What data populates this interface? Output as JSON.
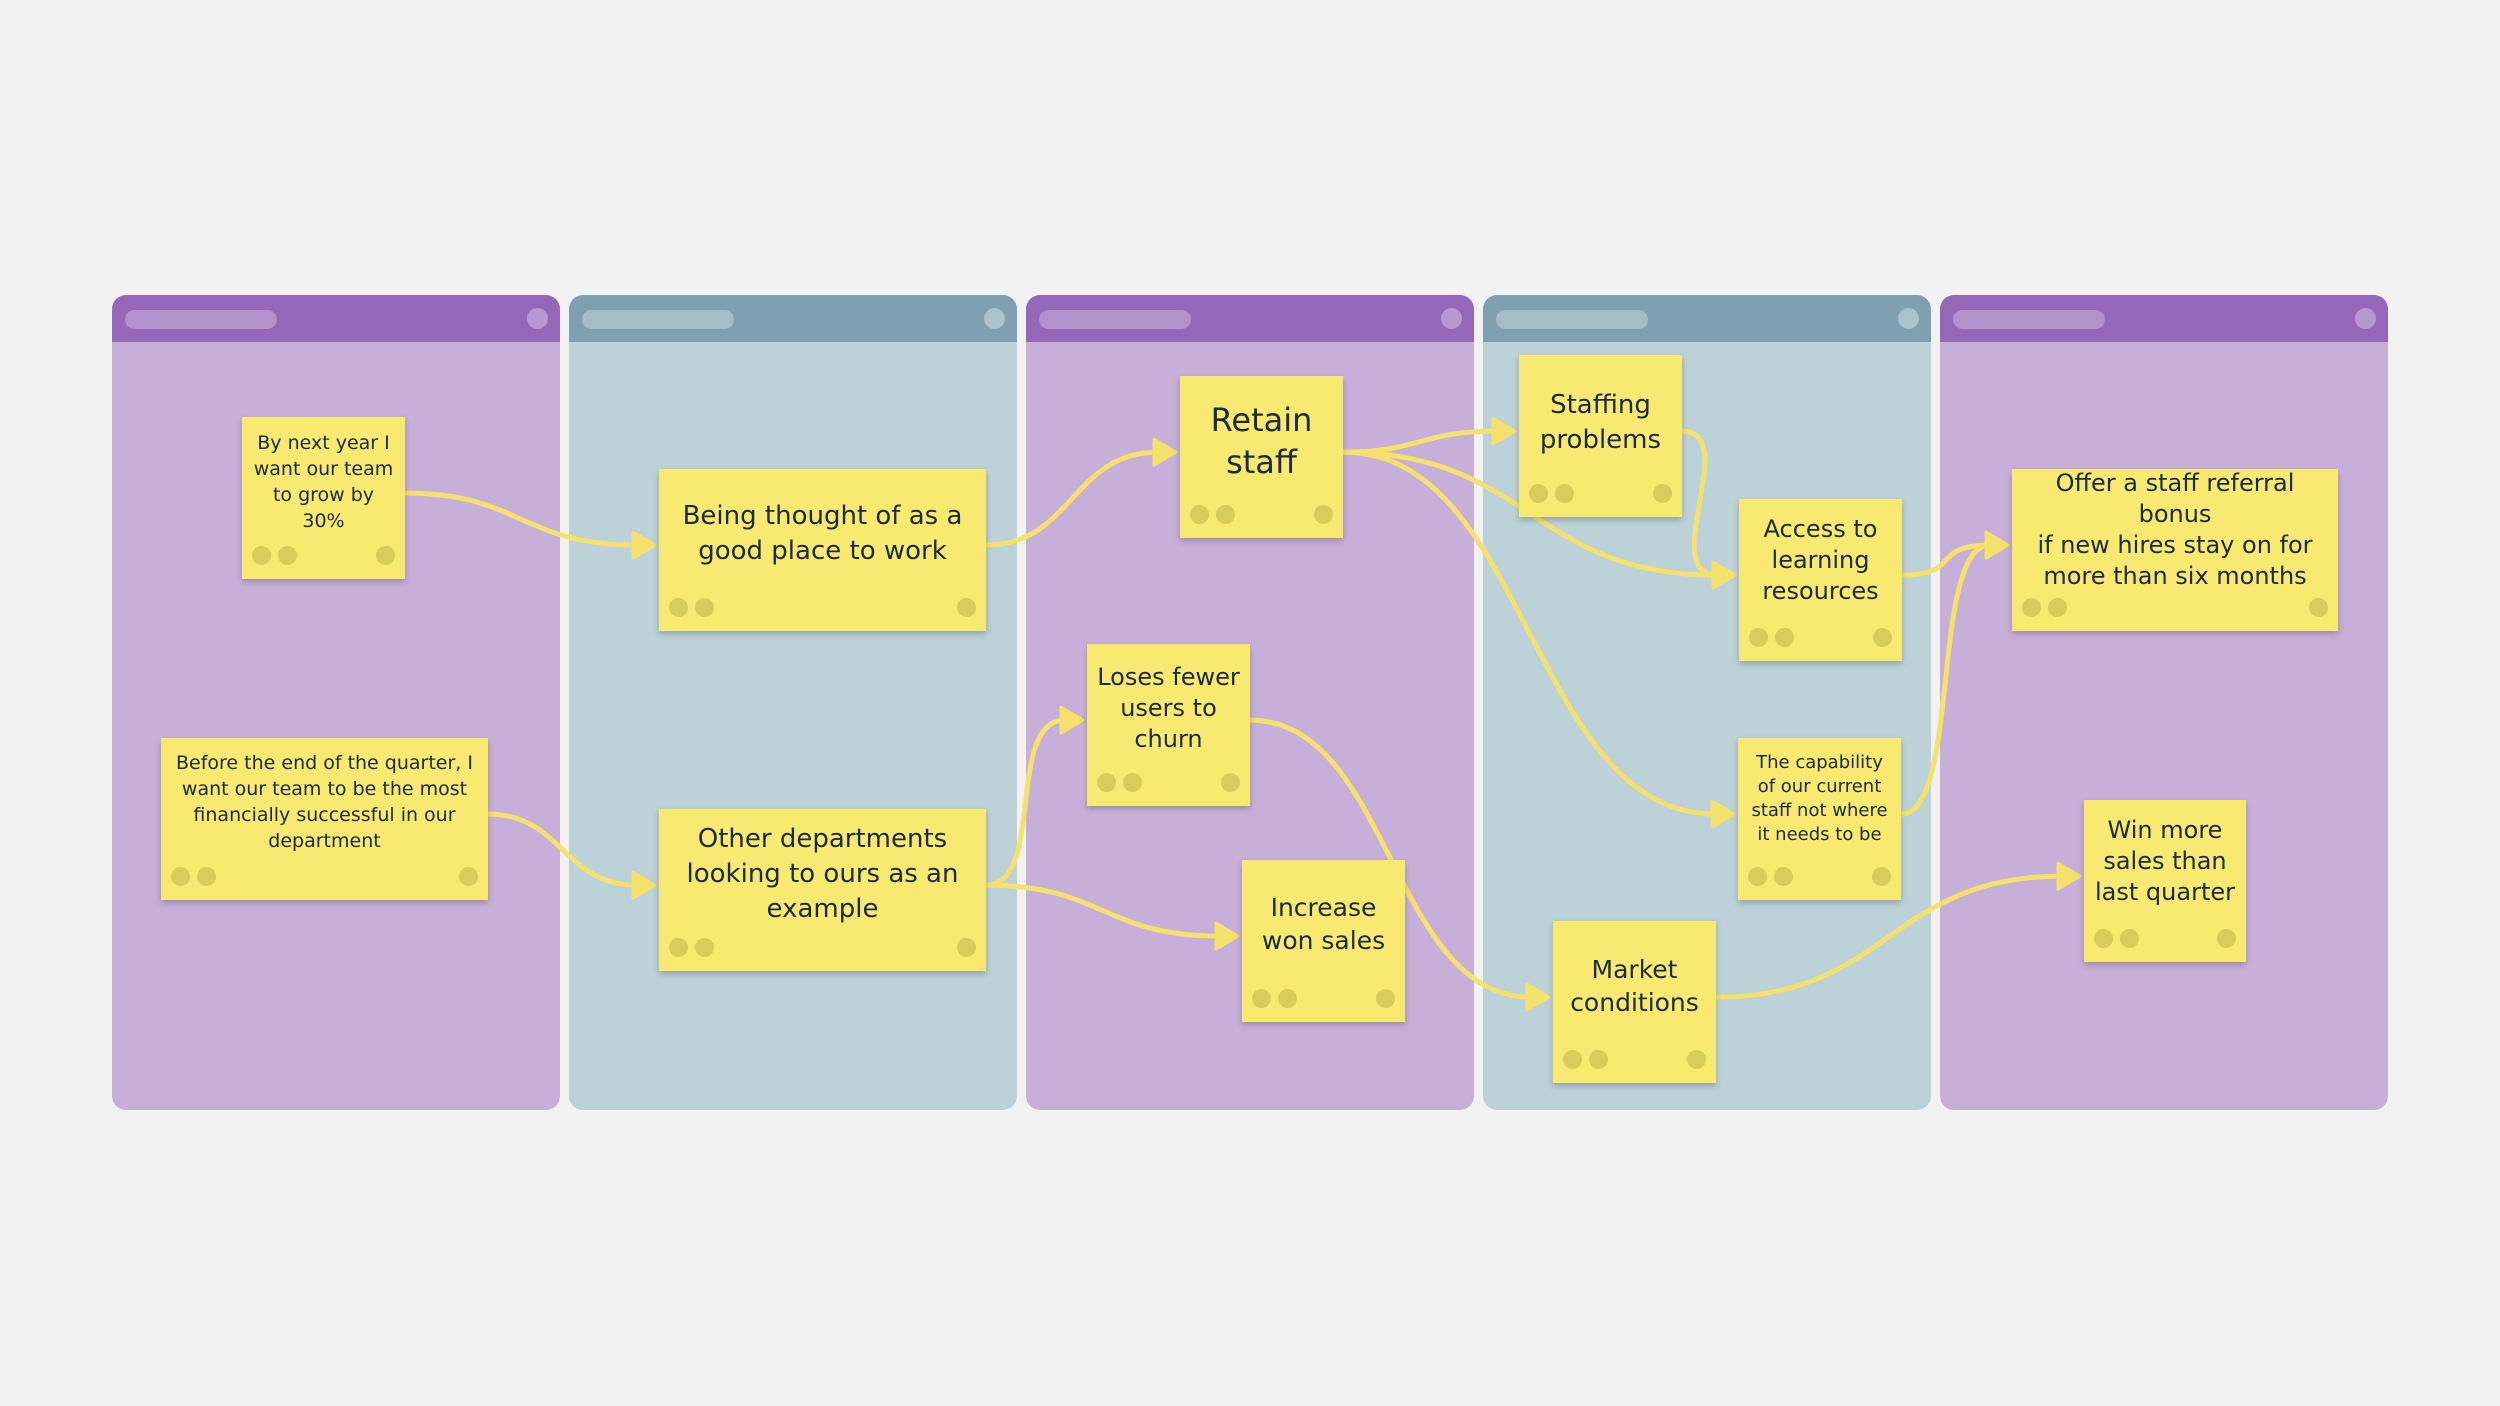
{
  "colors": {
    "canvas": "#f2f2f2",
    "purple_header": "#9567b9",
    "purple_body": "#c8afd9",
    "blue_header": "#7fa0b0",
    "blue_body": "#bcd1d8",
    "sticky_note": "#f8e971",
    "sticky_dot": "#d8cc5a",
    "connector": "#f5e26c",
    "text": "#1c2b44"
  },
  "columns": [
    {
      "id": "col-1",
      "theme": "purple"
    },
    {
      "id": "col-2",
      "theme": "blue"
    },
    {
      "id": "col-3",
      "theme": "purple"
    },
    {
      "id": "col-4",
      "theme": "blue"
    },
    {
      "id": "col-5",
      "theme": "purple"
    }
  ],
  "notes": {
    "grow_team": "By next year I\nwant our team\nto grow by\n30%",
    "financial_success": "Before the end of the quarter, I\nwant our team to be the most\nfinancially successful in our\ndepartment",
    "good_place": "Being thought of as a\ngood place to work",
    "other_departments": "Other departments\nlooking to ours as an\nexample",
    "retain_staff": "Retain\nstaff",
    "loses_fewer": "Loses fewer\nusers to\nchurn",
    "increase_won_sales": "Increase\nwon sales",
    "staffing_problems": "Staffing\nproblems",
    "access_learning": "Access to\nlearning\nresources",
    "staff_capability": "The capability\nof our current\nstaff not where\nit needs to be",
    "market_conditions": "Market\nconditions",
    "referral_bonus": "Offer a staff referral bonus\nif new hires stay on for\nmore than six months",
    "win_more_sales": "Win more\nsales than\nlast quarter"
  },
  "connections": [
    [
      "grow_team",
      "good_place"
    ],
    [
      "financial_success",
      "other_departments"
    ],
    [
      "good_place",
      "retain_staff"
    ],
    [
      "other_departments",
      "loses_fewer"
    ],
    [
      "other_departments",
      "increase_won_sales"
    ],
    [
      "retain_staff",
      "staffing_problems"
    ],
    [
      "retain_staff",
      "access_learning"
    ],
    [
      "retain_staff",
      "staff_capability"
    ],
    [
      "staffing_problems",
      "access_learning"
    ],
    [
      "loses_fewer",
      "market_conditions"
    ],
    [
      "access_learning",
      "referral_bonus"
    ],
    [
      "staff_capability",
      "referral_bonus"
    ],
    [
      "market_conditions",
      "win_more_sales"
    ]
  ]
}
